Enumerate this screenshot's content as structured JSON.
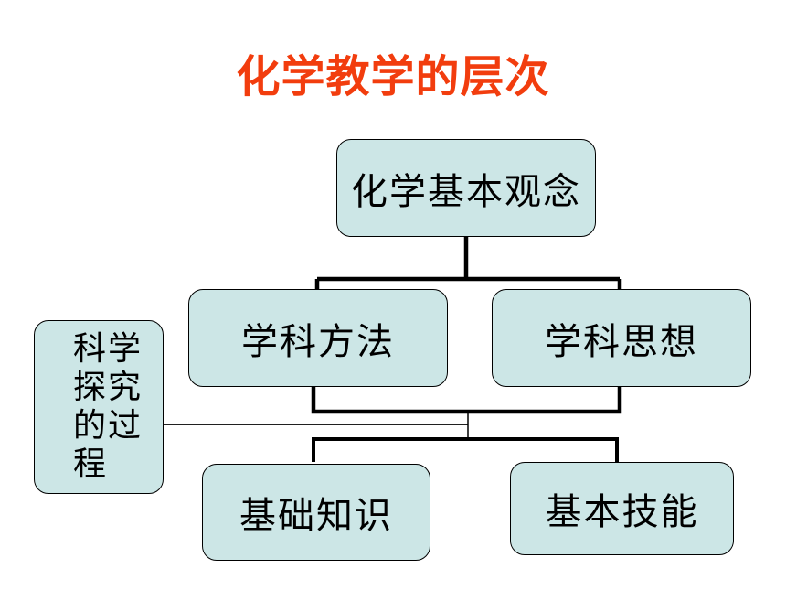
{
  "title": "化学教学的层次",
  "colors": {
    "title": "#f23d0e",
    "box_fill": "#cce6e6",
    "box_border": "#000000",
    "line": "#000000"
  },
  "boxes": {
    "concept": "化学基本观念",
    "method": "学科方法",
    "thought": "学科思想",
    "knowledge": "基础知识",
    "skill": "基本技能",
    "inquiry": "科学探究的过程"
  }
}
